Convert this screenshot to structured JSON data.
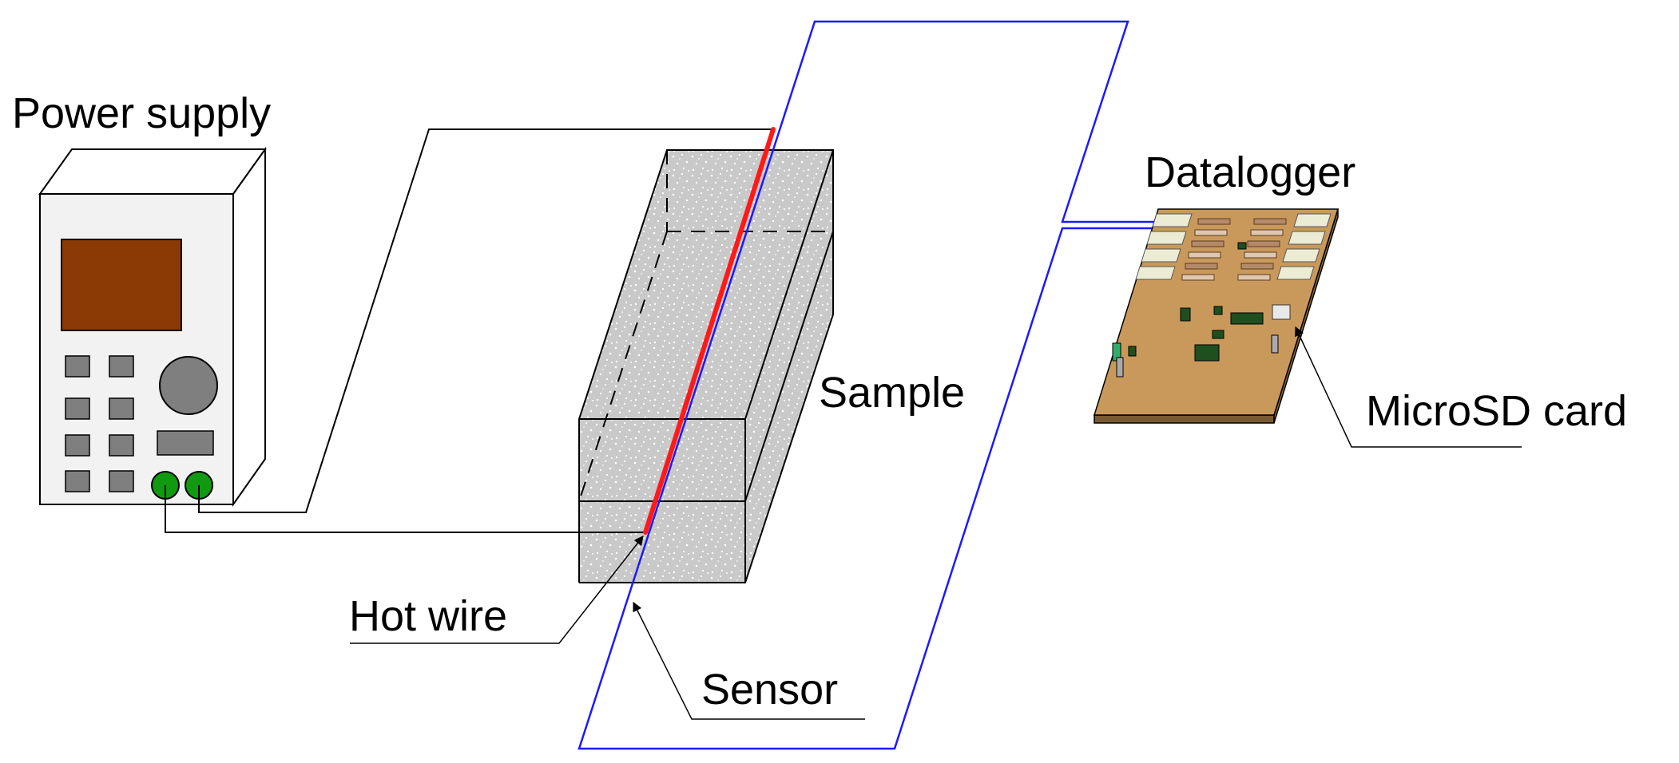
{
  "labels": {
    "power_supply": "Power supply",
    "datalogger": "Datalogger",
    "sample": "Sample",
    "microsd_card": "MicroSD card",
    "hot_wire": "Hot wire",
    "sensor": "Sensor"
  },
  "colors": {
    "power_wire": "#000000",
    "sensor_wire": "#1a1aff",
    "hot_wire": "#ff1a1a",
    "sample_fill": "#cfcfcf",
    "supply_screen": "#8b3a06",
    "supply_body": "#f2f2f2",
    "supply_buttons": "#7f7f7f",
    "terminals": "#119911",
    "pcb": "#c9995c"
  }
}
